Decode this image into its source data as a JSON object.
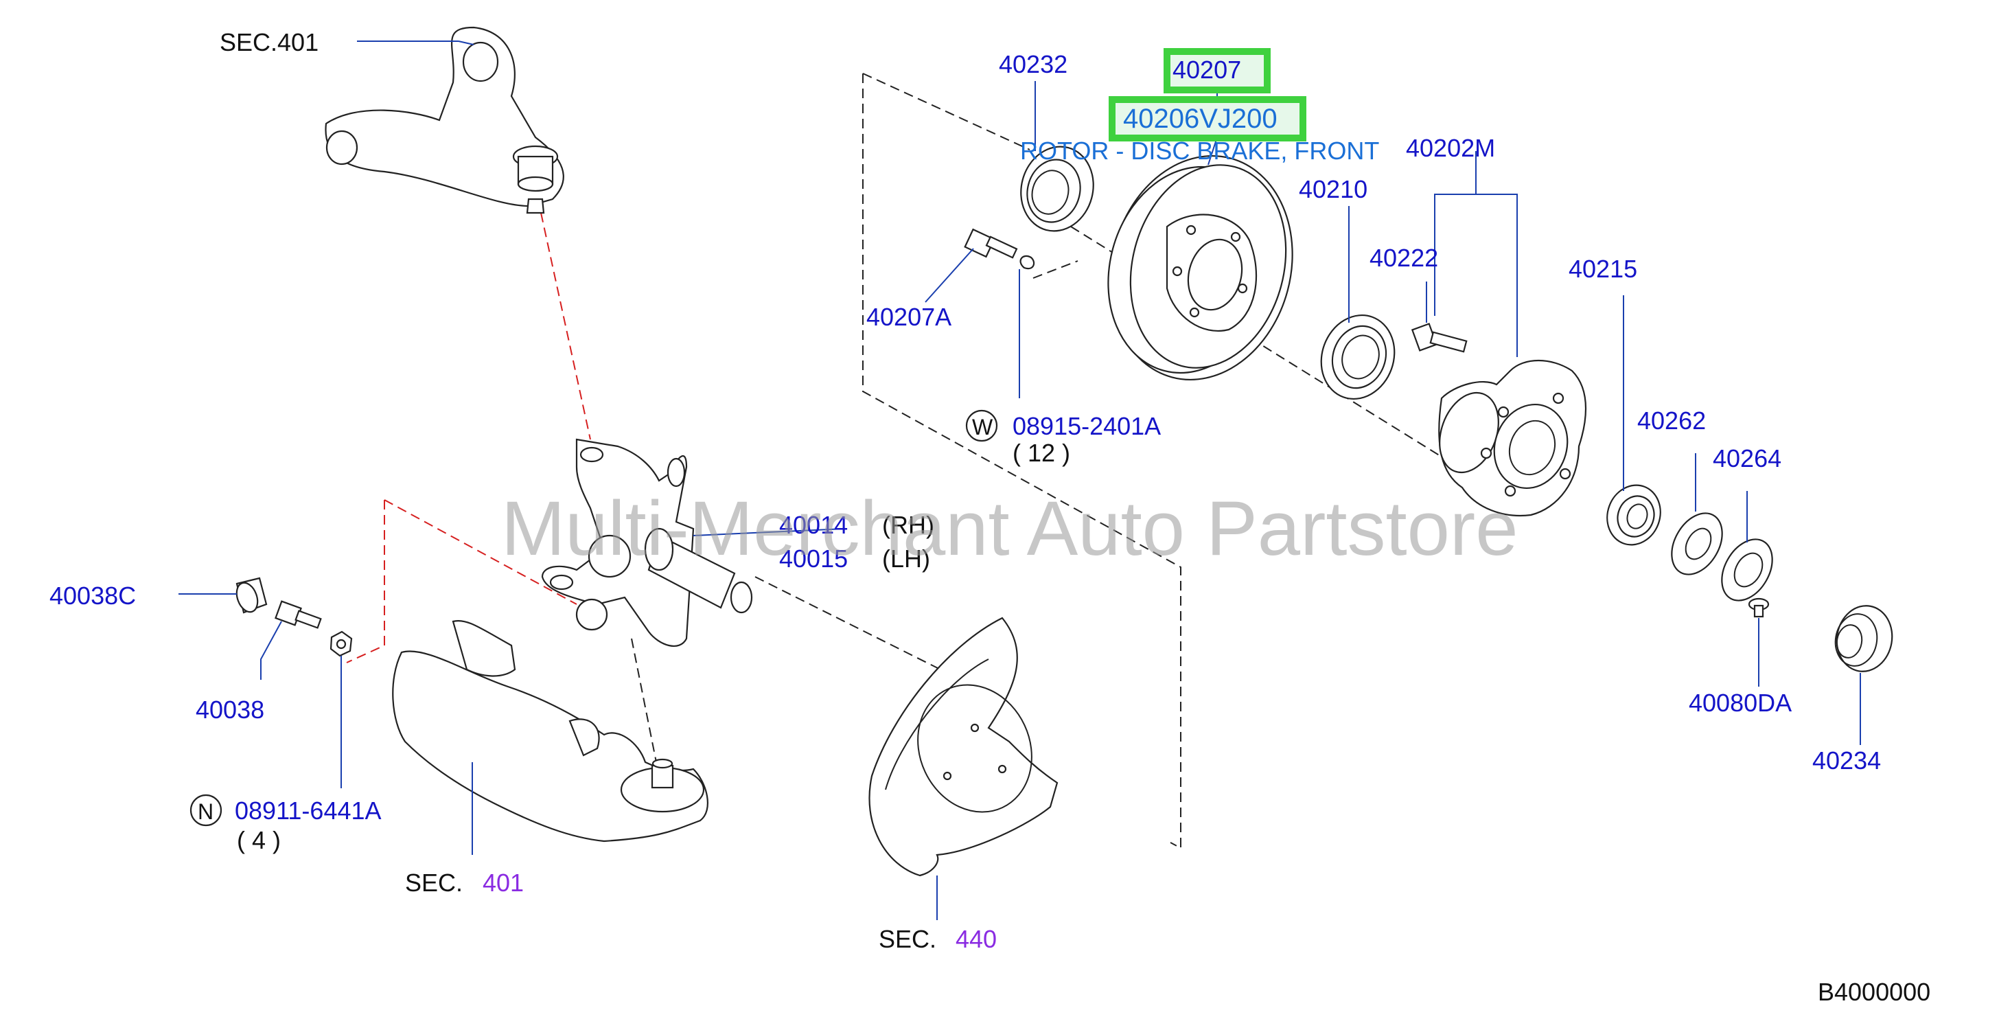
{
  "watermark": "Multi-Merchant Auto Partstore",
  "diagram_code": "B4000000",
  "highlighted_part": {
    "number": "40207",
    "part_no": "40206VJ200",
    "description": "ROTOR - DISC BRAKE, FRONT"
  },
  "labels": {
    "sec401_top": "SEC.401",
    "p40232": "40232",
    "p40202m": "40202M",
    "p40210": "40210",
    "p40222": "40222",
    "p40215": "40215",
    "p40207a": "40207A",
    "w_symbol": "W",
    "p08915": "08915-2401A",
    "qty_12": "( 12 )",
    "p40262": "40262",
    "p40264": "40264",
    "p40014": "40014",
    "rh": "(RH)",
    "p40015": "40015",
    "lh": "(LH)",
    "p40038c": "40038C",
    "p40038": "40038",
    "n_symbol": "N",
    "p08911": "08911-6441A",
    "qty_4": "( 4 )",
    "sec_word_a": "SEC.",
    "sec_num_401": "401",
    "sec_word_b": "SEC.",
    "sec_num_440": "440",
    "p40080da": "40080DA",
    "p40234": "40234"
  },
  "colors": {
    "part_label": "#1414c8",
    "section_number": "#8a2be2",
    "highlight": "#3fd13f",
    "description": "#1a6fd6"
  }
}
